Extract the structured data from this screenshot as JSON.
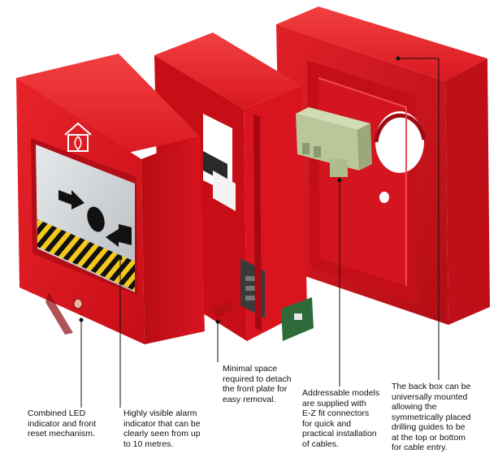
{
  "captions": {
    "led_reset": "Combined LED\nindicator and front\nreset mechanism.",
    "alarm_indicator": "Highly visible alarm\nindicator that can be\nclearly seen from up\nto 10 metres.",
    "detach": "Minimal space\nrequired to detach\nthe front plate for\neasy removal.",
    "ez_fit": "Addressable models\nare supplied with\nE-Z fit connectors\nfor quick and\npractical installation\nof cables.",
    "back_box": "The back box can be\nuniversally mounted\nallowing the\nsymmetrically placed\ndrilling guides to be\nat the top or bottom\nfor cable entry."
  },
  "colors": {
    "housing_red": "#d8101a",
    "housing_light": "#ef2a2a",
    "housing_dark": "#a50a12",
    "window_grey": "#cfd3d6",
    "connector_green": "#b9c79a",
    "hazard_yellow": "#f4c81c",
    "hazard_black": "#111111",
    "leader_line": "#111111"
  },
  "icons": [
    "house-fire-icon",
    "arrow-right-icon",
    "arrow-left-icon"
  ]
}
